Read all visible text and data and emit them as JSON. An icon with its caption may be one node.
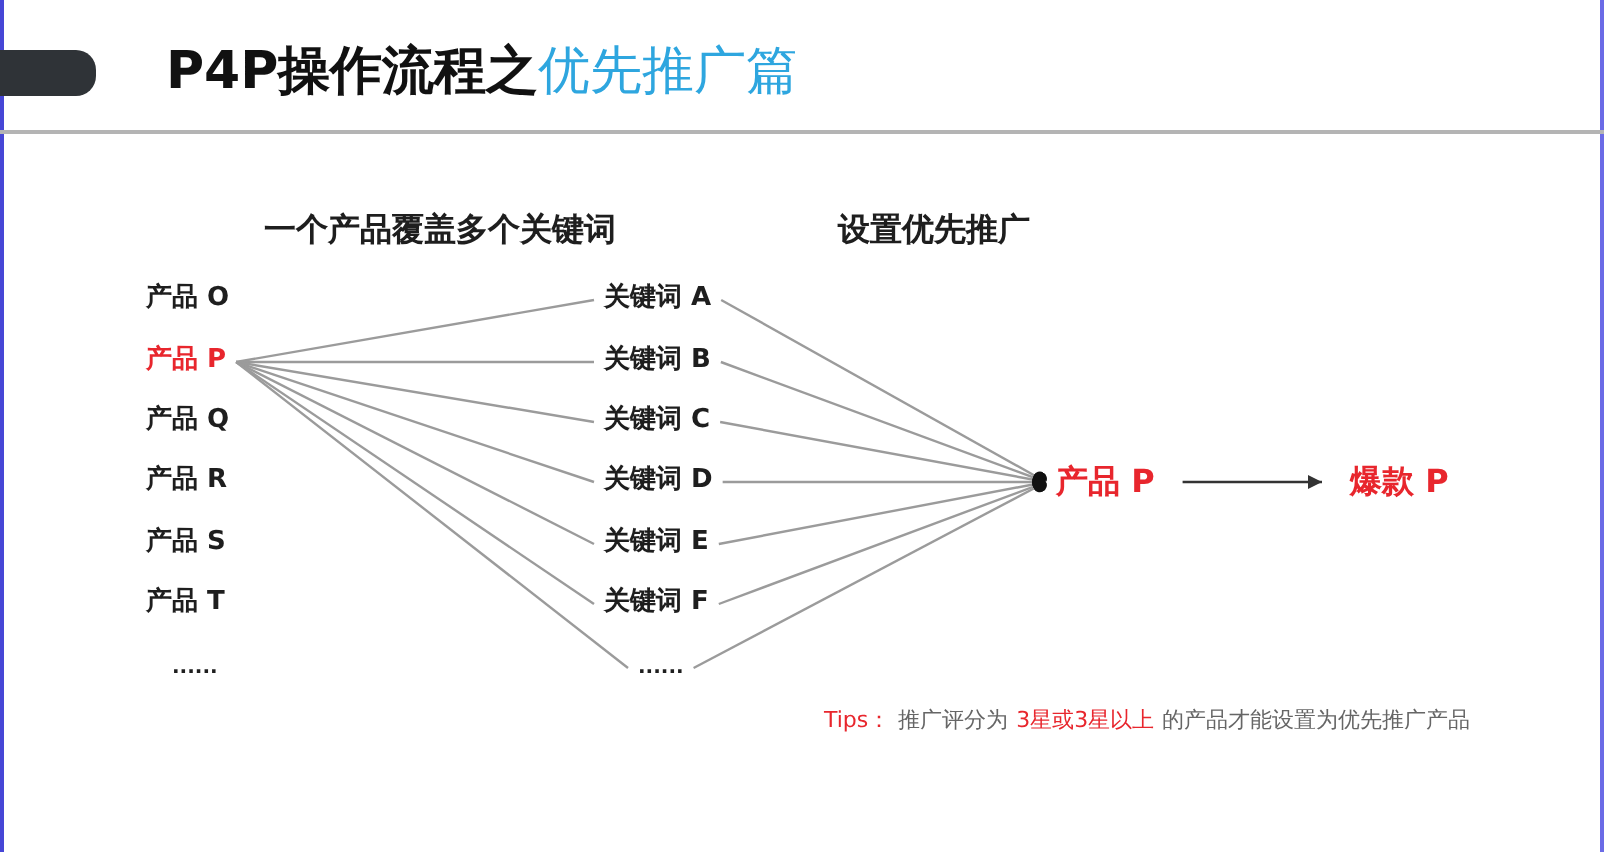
{
  "diagram": {
    "title": "**P4P操作流程之**优先推广篇",
    "nodes": [
      {
        "text": [
          "产品 O"
        ]
      },
      {
        "text": [
          "产品 P"
        ]
      },
      {
        "text": [
          "产品 Q"
        ]
      },
      {
        "text": [
          "产品 R"
        ]
      },
      {
        "text": [
          "产品 S"
        ]
      },
      {
        "text": [
          "产品 T"
        ]
      },
      {
        "text": [
          "......"
        ]
      },
      {
        "text": [
          "关键词 A"
        ]
      },
      {
        "text": [
          "关键词 B"
        ]
      },
      {
        "text": [
          "关键词 C"
        ]
      },
      {
        "text": [
          "关键词 D"
        ]
      },
      {
        "text": [
          "关键词 E"
        ]
      },
      {
        "text": [
          "关键词 F"
        ]
      },
      {
        "text": [
          "......"
        ]
      },
      {
        "text": [
          "产品 P"
        ]
      },
      {
        "text": [
          "爆款 P"
        ]
      }
    ],
    "edges": [
      {
        "from": 1,
        "to": 7,
        "arrow": "none"
      },
      {
        "from": 1,
        "to": 8,
        "arrow": "none"
      },
      {
        "from": 1,
        "to": 9,
        "arrow": "none"
      },
      {
        "from": 1,
        "to": 10,
        "arrow": "none"
      },
      {
        "from": 1,
        "to": 11,
        "arrow": "none"
      },
      {
        "from": 1,
        "to": 12,
        "arrow": "none"
      },
      {
        "from": 1,
        "to": 13,
        "arrow": "none"
      },
      {
        "from": 7,
        "to": 14,
        "arrow": "other"
      },
      {
        "from": 8,
        "to": 14,
        "arrow": "other"
      },
      {
        "from": 9,
        "to": 14,
        "arrow": "other"
      },
      {
        "from": 10,
        "to": 14,
        "arrow": "other"
      },
      {
        "from": 11,
        "to": 14,
        "arrow": "other"
      },
      {
        "from": 12,
        "to": 14,
        "arrow": "other"
      },
      {
        "from": 13,
        "to": 14,
        "arrow": "other"
      },
      {
        "from": 14,
        "to": 15,
        "arrow": "to",
        "color": "#333333"
      }
    ],
    "labels": [
      "一个产品覆盖多个关键词",
      "设置优先推广",
      "Tips：",
      "推广评分为",
      "3星或3星以上",
      "的产品才能设置为优先推广产品"
    ]
  }
}
